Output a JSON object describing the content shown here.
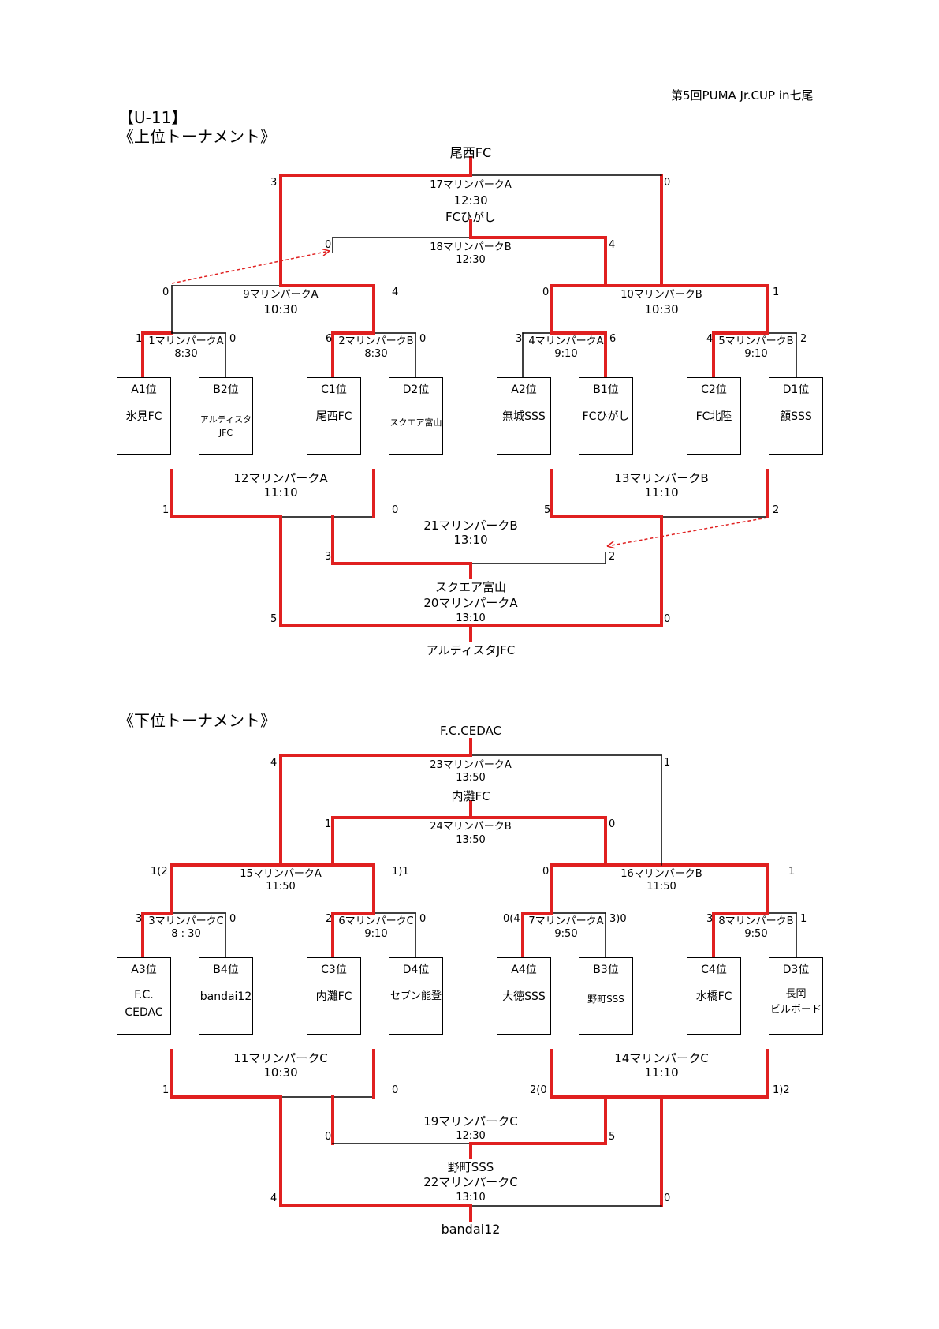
{
  "header": {
    "event_title": "第5回PUMA Jr.CUP in七尾",
    "age_group": "【U-11】"
  },
  "upper": {
    "title": "《上位トーナメント》",
    "champion": "尾西FC",
    "third_place": "FCひがし",
    "fifth_place": "スクエア富山",
    "sixth_place": "アルティスタJFC",
    "teams": [
      {
        "seed": "A1位",
        "name": "氷見FC"
      },
      {
        "seed": "B2位",
        "name": "アルティスタ\nJFC"
      },
      {
        "seed": "C1位",
        "name": "尾西FC"
      },
      {
        "seed": "D2位",
        "name": "スクエア富山"
      },
      {
        "seed": "A2位",
        "name": "無城SSS"
      },
      {
        "seed": "B1位",
        "name": "FCひがし"
      },
      {
        "seed": "C2位",
        "name": "FC北陸"
      },
      {
        "seed": "D1位",
        "name": "額SSS"
      }
    ],
    "matches": {
      "m1": {
        "venue": "1マリンパークA",
        "time": "8:30",
        "s1": "1",
        "s2": "0"
      },
      "m2": {
        "venue": "2マリンパークB",
        "time": "8:30",
        "s1": "6",
        "s2": "0"
      },
      "m4": {
        "venue": "4マリンパークA",
        "time": "9:10",
        "s1": "3",
        "s2": "6"
      },
      "m5": {
        "venue": "5マリンパークB",
        "time": "9:10",
        "s1": "4",
        "s2": "2"
      },
      "m9": {
        "venue": "9マリンパークA",
        "time": "10:30",
        "s1": "0",
        "s2": "4"
      },
      "m10": {
        "venue": "10マリンパークB",
        "time": "10:30",
        "s1": "0",
        "s2": "1"
      },
      "m17": {
        "venue": "17マリンパークA",
        "time": "12:30",
        "s1": "3",
        "s2": "0"
      },
      "m18": {
        "venue": "18マリンパークB",
        "time": "12:30",
        "s1": "0",
        "s2": "4"
      },
      "m12": {
        "venue": "12マリンパークA",
        "time": "11:10",
        "s1": "1",
        "s2": "0"
      },
      "m13": {
        "venue": "13マリンパークB",
        "time": "11:10",
        "s1": "5",
        "s2": "2"
      },
      "m21": {
        "venue": "21マリンパークB",
        "time": "13:10",
        "s1": "3",
        "s2": "2"
      },
      "m20": {
        "venue": "20マリンパークA",
        "time": "13:10",
        "s1": "5",
        "s2": "0"
      }
    }
  },
  "lower": {
    "title": "《下位トーナメント》",
    "winner": "F.C.CEDAC",
    "second": "内灘FC",
    "third": "野町SSS",
    "fourth": "bandai12",
    "teams": [
      {
        "seed": "A3位",
        "name": "F.C.\nCEDAC"
      },
      {
        "seed": "B4位",
        "name": "bandai12"
      },
      {
        "seed": "C3位",
        "name": "内灘FC"
      },
      {
        "seed": "D4位",
        "name": "セブン能登"
      },
      {
        "seed": "A4位",
        "name": "大徳SSS"
      },
      {
        "seed": "B3位",
        "name": "野町SSS"
      },
      {
        "seed": "C4位",
        "name": "水橋FC"
      },
      {
        "seed": "D3位",
        "name": "長岡\nビルボード"
      }
    ],
    "matches": {
      "m3": {
        "venue": "3マリンパークC",
        "time": "8 : 30",
        "s1": "3",
        "s2": "0"
      },
      "m6": {
        "venue": "6マリンパークC",
        "time": "9:10",
        "s1": "2",
        "s2": "0"
      },
      "m7": {
        "venue": "7マリンパークA",
        "time": "9:50",
        "s1": "0(4",
        "s2": "3)0"
      },
      "m8": {
        "venue": "8マリンパークB",
        "time": "9:50",
        "s1": "3",
        "s2": "1"
      },
      "m15": {
        "venue": "15マリンパークA",
        "time": "11:50",
        "s1": "1(2",
        "s2": "1)1"
      },
      "m16": {
        "venue": "16マリンパークB",
        "time": "11:50",
        "s1": "0",
        "s2": "1"
      },
      "m23": {
        "venue": "23マリンパークA",
        "time": "13:50",
        "s1": "4",
        "s2": "1"
      },
      "m24": {
        "venue": "24マリンパークB",
        "time": "13:50",
        "s1": "1",
        "s2": "0"
      },
      "m11": {
        "venue": "11マリンパークC",
        "time": "10:30",
        "s1": "1",
        "s2": "0"
      },
      "m14": {
        "venue": "14マリンパークC",
        "time": "11:10",
        "s1": "2(0",
        "s2": "1)2"
      },
      "m19": {
        "venue": "19マリンパークC",
        "time": "12:30",
        "s1": "0",
        "s2": "5"
      },
      "m22": {
        "venue": "22マリンパークC",
        "time": "13:10",
        "s1": "4",
        "s2": "0"
      }
    }
  },
  "colors": {
    "win_line": "#e02020",
    "line": "#000000",
    "arrow": "#e02020"
  }
}
